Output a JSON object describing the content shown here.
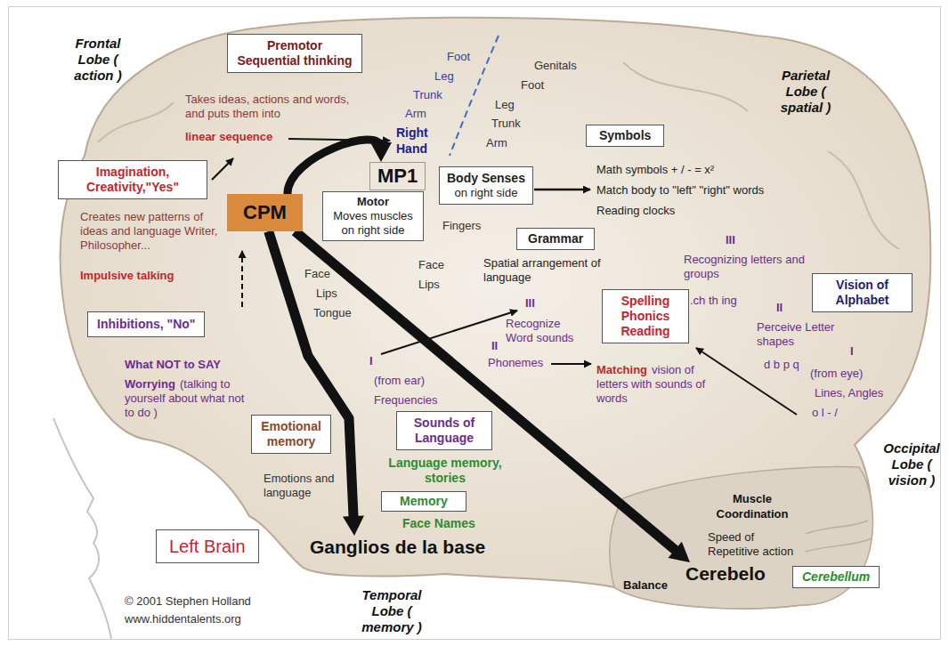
{
  "diagram": {
    "nodes": [
      {
        "text": [
          "Premotor Sequential thinking"
        ]
      },
      {
        "text": [
          "Imagination, Creativity,\"Yes\""
        ]
      },
      {
        "text": [
          "CPM"
        ]
      },
      {
        "text": [
          "MP1"
        ]
      },
      {
        "text": [
          "Motor",
          "Moves muscles on right side"
        ]
      },
      {
        "text": [
          "Body Senses",
          "on right side"
        ]
      },
      {
        "text": [
          "Symbols"
        ]
      },
      {
        "text": [
          "Grammar"
        ]
      },
      {
        "text": [
          "Spelling Phonics Reading"
        ]
      },
      {
        "text": [
          "Vision of Alphabet"
        ]
      },
      {
        "text": [
          "Inhibitions, \"No\""
        ]
      },
      {
        "text": [
          "Sounds of Language"
        ]
      },
      {
        "text": [
          "Emotional memory"
        ]
      },
      {
        "text": [
          "Memory"
        ]
      },
      {
        "text": [
          "Left Brain"
        ]
      },
      {
        "text": [
          "Ganglios de la base"
        ]
      },
      {
        "text": [
          "Cerebelo"
        ]
      },
      {
        "text": [
          "Cerebellum"
        ]
      }
    ],
    "edges": [
      {
        "from": 2,
        "to": 3,
        "arrow": "to"
      },
      {
        "from": 2,
        "to": 15,
        "arrow": "to"
      },
      {
        "from": 2,
        "to": 16,
        "arrow": "to"
      }
    ],
    "labels": [
      "Frontal Lobe ( action )",
      "Takes ideas, actions and words, and puts them into",
      "linear sequence",
      "Foot",
      "Leg",
      "Trunk",
      "Arm",
      "Right Hand",
      "Genitals",
      "Foot",
      "Leg",
      "Trunk",
      "Arm",
      "Parietal Lobe ( spatial )",
      "Creates new patterns of ideas and language Writer, Philosopher...",
      "Impulsive talking",
      "Fingers",
      "Math symbols + / - = x²",
      "Match body to \"left\" \"right\" words",
      "Reading clocks",
      "III",
      "Recognizing letters and groups",
      "Face",
      "Lips",
      "Spatial arrangement of language",
      "Face",
      "Lips",
      "Tongue",
      ".ch th ing",
      "II",
      "Perceive Letter shapes",
      "III",
      "Recognize Word sounds",
      "II",
      "Phonemes",
      "I",
      "d b p q",
      "I",
      "(from eye)",
      "(from ear)",
      "Matching",
      "vision of letters with sounds of words",
      "Lines, Angles",
      "o l - /",
      "Frequencies",
      "What NOT to SAY",
      "Worrying",
      "(talking to yourself about what not to do )",
      "Occipital Lobe ( vision )",
      "Language memory, stories",
      "Emotions and language",
      "Muscle Coordination",
      "Face Names",
      "Speed of Repetitive action",
      "Balance",
      "Temporal Lobe ( memory )",
      "© 2001 Stephen Holland",
      "www.hiddentalents.org"
    ]
  }
}
